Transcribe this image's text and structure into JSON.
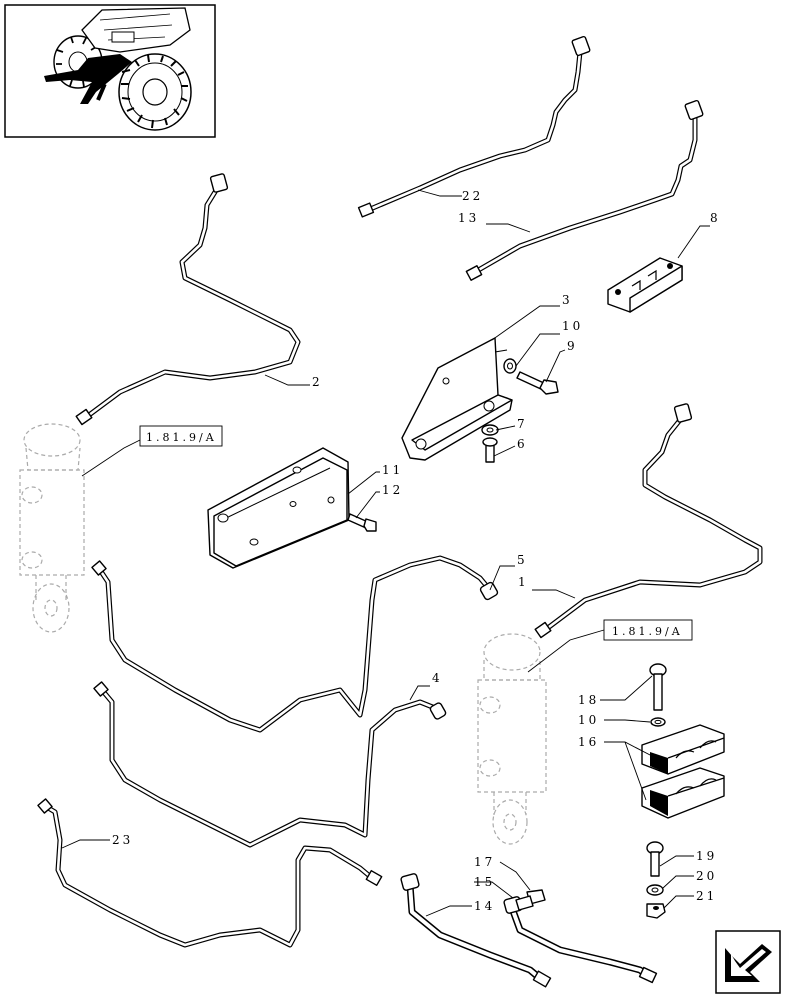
{
  "callouts": [
    {
      "id": "c22",
      "text": "22"
    },
    {
      "id": "c13",
      "text": "13"
    },
    {
      "id": "c8",
      "text": "8"
    },
    {
      "id": "c3",
      "text": "3"
    },
    {
      "id": "c10a",
      "text": "10"
    },
    {
      "id": "c9",
      "text": "9"
    },
    {
      "id": "c2",
      "text": "2"
    },
    {
      "id": "c7",
      "text": "7"
    },
    {
      "id": "c6",
      "text": "6"
    },
    {
      "id": "c11",
      "text": "11"
    },
    {
      "id": "c12",
      "text": "12"
    },
    {
      "id": "c5",
      "text": "5"
    },
    {
      "id": "c1",
      "text": "1"
    },
    {
      "id": "c4",
      "text": "4"
    },
    {
      "id": "c18",
      "text": "18"
    },
    {
      "id": "c10b",
      "text": "10"
    },
    {
      "id": "c16",
      "text": "16"
    },
    {
      "id": "c23",
      "text": "23"
    },
    {
      "id": "c17",
      "text": "17"
    },
    {
      "id": "c15",
      "text": "15"
    },
    {
      "id": "c14",
      "text": "14"
    },
    {
      "id": "c19",
      "text": "19"
    },
    {
      "id": "c20",
      "text": "20"
    },
    {
      "id": "c21",
      "text": "21"
    }
  ],
  "references": [
    {
      "id": "ref1",
      "text": "1.81.9/A"
    },
    {
      "id": "ref2",
      "text": "1.81.9/A"
    }
  ],
  "icons": {
    "thumbnail": "tractor-icon",
    "navigation": "arrow-icon"
  },
  "colors": {
    "ink": "#000000",
    "phantom": "#aaaaaa",
    "paper": "#ffffff"
  }
}
